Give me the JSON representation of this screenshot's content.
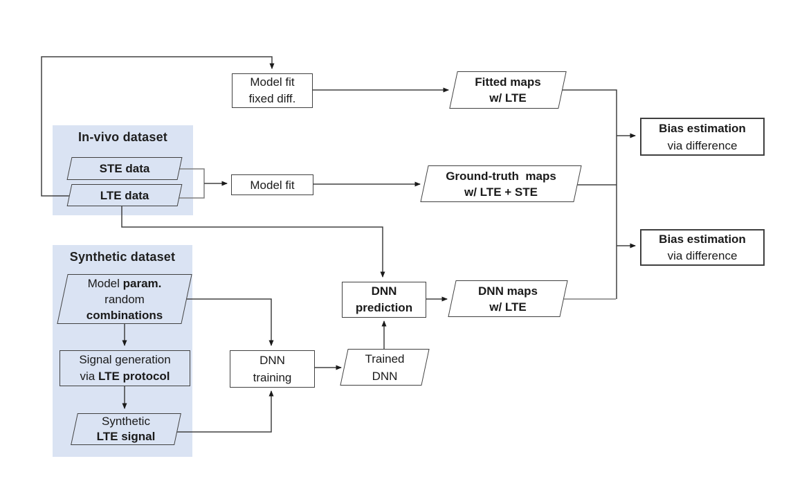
{
  "figure": {
    "type": "flow-diagram",
    "description": "DNN bias estimation pipeline with in-vivo and synthetic datasets"
  },
  "panels": {
    "invivo": {
      "title": "In-vivo dataset"
    },
    "synthetic": {
      "title": "Synthetic dataset"
    }
  },
  "nodes": {
    "model_fit_fixed": {
      "line1": "Model fit",
      "line2": "fixed diff."
    },
    "fitted_maps": {
      "line1": "Fitted maps",
      "line2": "w/ LTE"
    },
    "bias_top": {
      "line1": "Bias estimation",
      "line2": "via difference"
    },
    "ste_data": {
      "label": "STE data"
    },
    "lte_data": {
      "label": "LTE data"
    },
    "model_fit": {
      "label": "Model fit"
    },
    "ground_truth": {
      "line1": "Ground-truth  maps",
      "line2": "w/ LTE + STE"
    },
    "bias_bottom": {
      "line1": "Bias estimation",
      "line2": "via difference"
    },
    "model_param": {
      "line1_a": "Model ",
      "line1_b": "param.",
      "line2": "random",
      "line3": "combinations"
    },
    "signal_generation": {
      "line1": "Signal generation",
      "line2_a": "via ",
      "line2_b": "LTE protocol"
    },
    "synthetic_lte": {
      "line1": "Synthetic",
      "line2": "LTE signal"
    },
    "dnn_training": {
      "line1": "DNN",
      "line2": "training"
    },
    "trained_dnn": {
      "line1": "Trained",
      "line2": "DNN"
    },
    "dnn_prediction": {
      "line1": "DNN",
      "line2": "prediction"
    },
    "dnn_maps": {
      "line1": "DNN maps",
      "line2": "w/ LTE"
    }
  },
  "colors": {
    "panel_bg": "#dae3f3",
    "shape_border": "#3f3f3f",
    "connector": "#404040",
    "connector_gray": "#7f7f7f",
    "arrowhead": "#1a1a1a",
    "text": "#1a1a1a"
  }
}
